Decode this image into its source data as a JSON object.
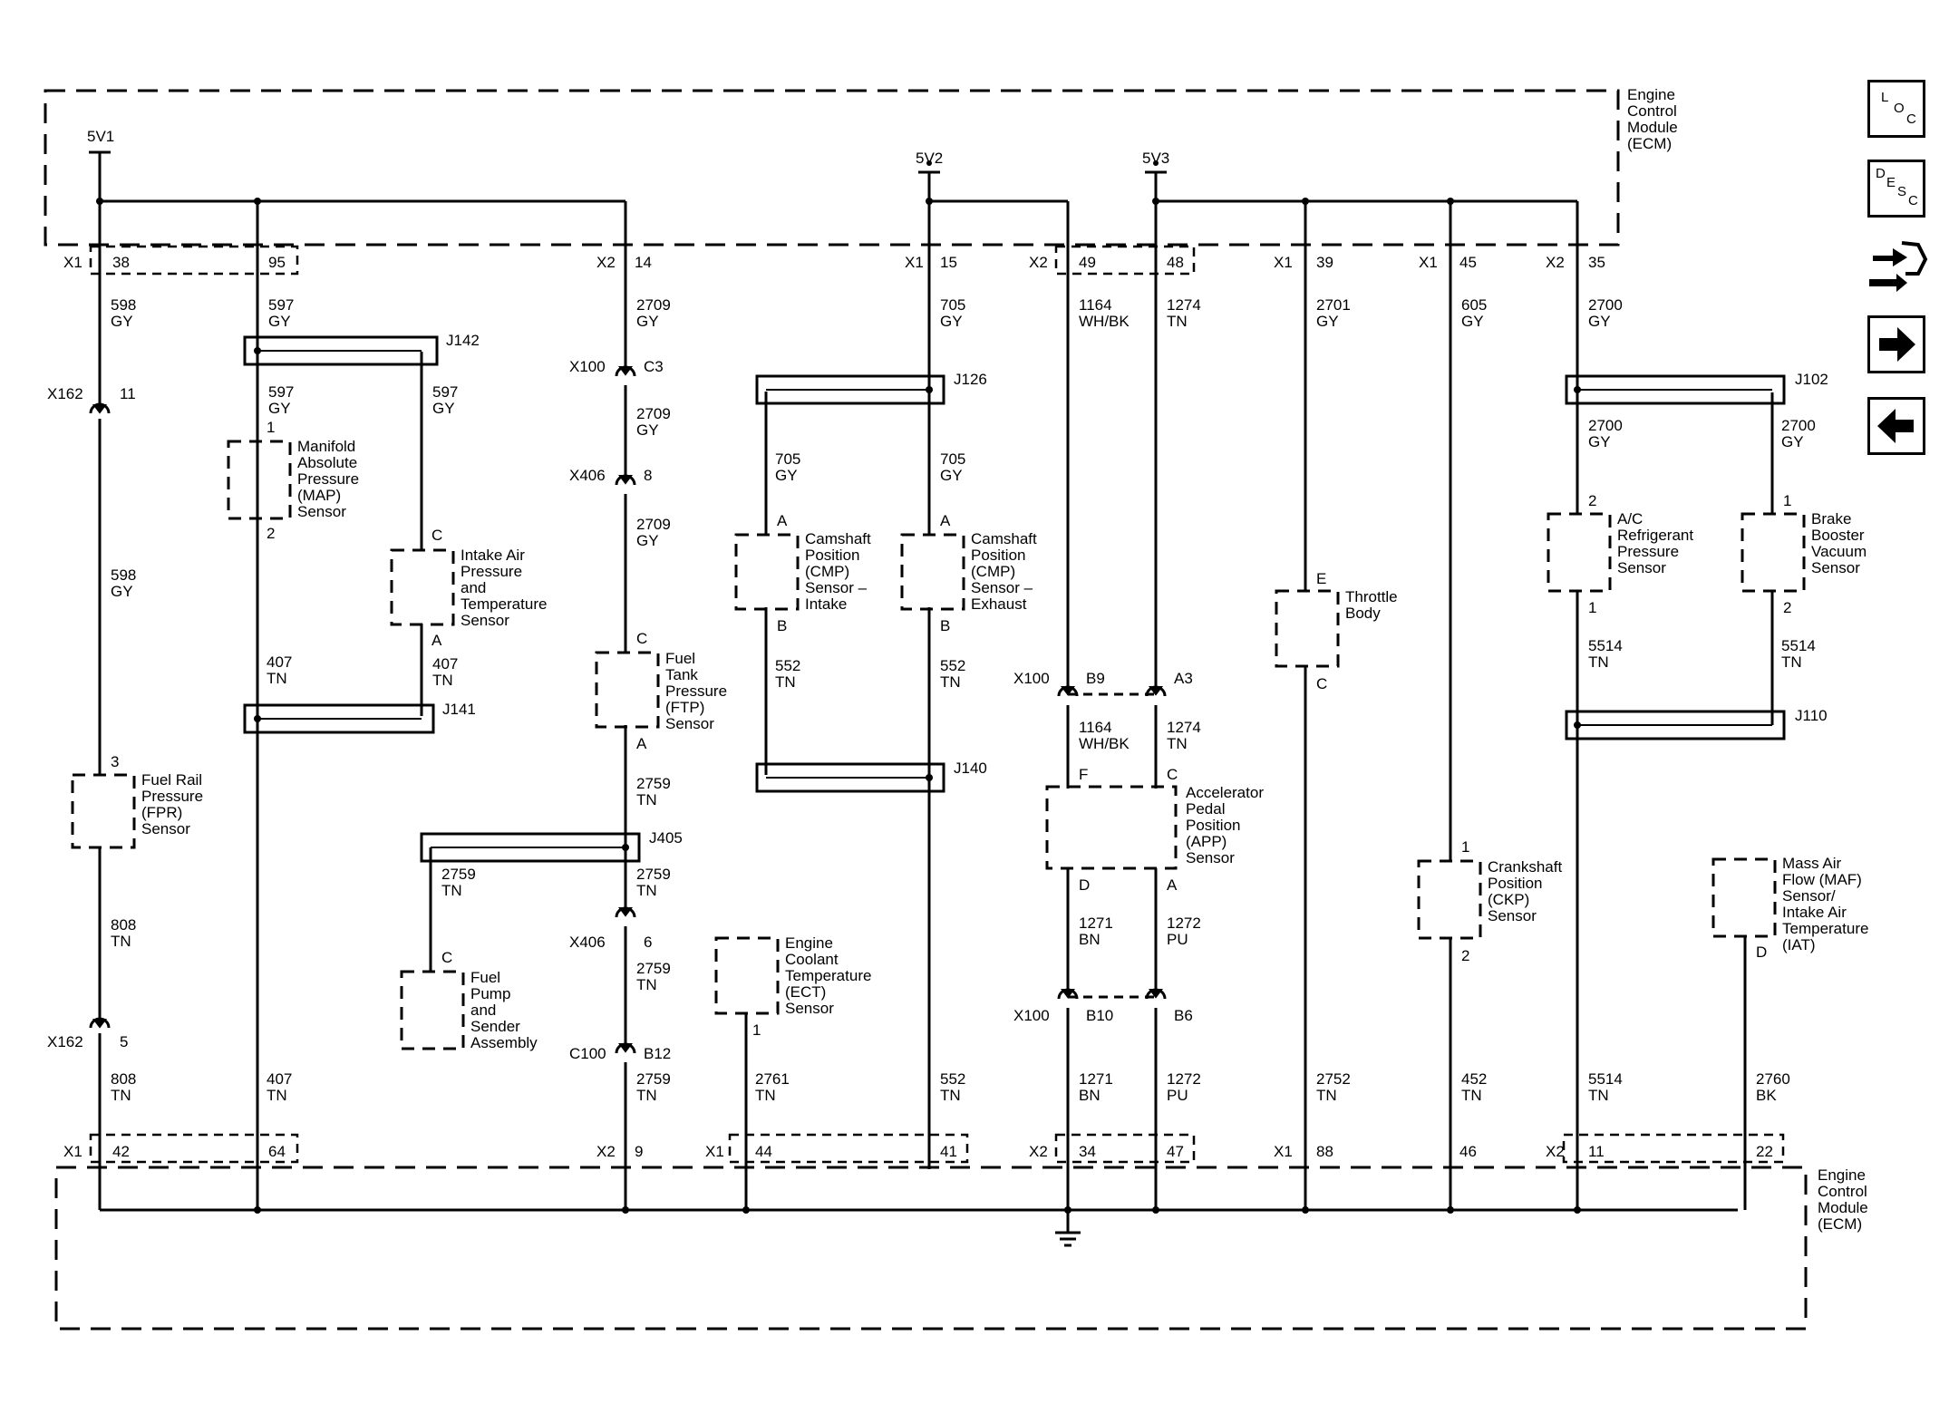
{
  "ecm_top": [
    "Engine",
    "Control",
    "Module",
    "(ECM)"
  ],
  "ecm_bottom": [
    "Engine",
    "Control",
    "Module",
    "(ECM)"
  ],
  "supplies": [
    "5V1",
    "5V2",
    "5V3"
  ],
  "pins_top": [
    {
      "conn": "X1",
      "pins": [
        "38",
        "95"
      ]
    },
    {
      "conn": "X2",
      "pins": [
        "14"
      ]
    },
    {
      "conn": "X1",
      "pins": [
        "15"
      ]
    },
    {
      "conn": "X2",
      "pins": [
        "49",
        "48"
      ]
    },
    {
      "conn": "X1",
      "pins": [
        "39"
      ]
    },
    {
      "conn": "X1",
      "pins": [
        "45"
      ]
    },
    {
      "conn": "X2",
      "pins": [
        "35"
      ]
    }
  ],
  "pins_bottom": [
    {
      "conn": "X1",
      "pins": [
        "42",
        "64"
      ]
    },
    {
      "conn": "X2",
      "pins": [
        "9"
      ]
    },
    {
      "conn": "X1",
      "pins": [
        "44",
        "41"
      ]
    },
    {
      "conn": "X2",
      "pins": [
        "34",
        "47"
      ]
    },
    {
      "conn": "X1",
      "pins": [
        "88"
      ]
    },
    {
      "conn": "",
      "pins": [
        "46"
      ]
    },
    {
      "conn": "X2",
      "pins": [
        "11",
        "22"
      ]
    }
  ],
  "wires": [
    [
      "598",
      "GY"
    ],
    [
      "597",
      "GY"
    ],
    [
      "597",
      "GY"
    ],
    [
      "597",
      "GY"
    ],
    [
      "2709",
      "GY"
    ],
    [
      "2709",
      "GY"
    ],
    [
      "2709",
      "GY"
    ],
    [
      "705",
      "GY"
    ],
    [
      "705",
      "GY"
    ],
    [
      "705",
      "GY"
    ],
    [
      "1164",
      "WH/BK"
    ],
    [
      "1274",
      "TN"
    ],
    [
      "2701",
      "GY"
    ],
    [
      "605",
      "GY"
    ],
    [
      "2700",
      "GY"
    ],
    [
      "2700",
      "GY"
    ],
    [
      "2700",
      "GY"
    ],
    [
      "598",
      "GY"
    ],
    [
      "407",
      "TN"
    ],
    [
      "407",
      "TN"
    ],
    [
      "552",
      "TN"
    ],
    [
      "552",
      "TN"
    ],
    [
      "2759",
      "TN"
    ],
    [
      "2759",
      "TN"
    ],
    [
      "2759",
      "TN"
    ],
    [
      "2759",
      "TN"
    ],
    [
      "2759",
      "TN"
    ],
    [
      "1164",
      "WH/BK"
    ],
    [
      "1274",
      "TN"
    ],
    [
      "1271",
      "BN"
    ],
    [
      "1272",
      "PU"
    ],
    [
      "5514",
      "TN"
    ],
    [
      "5514",
      "TN"
    ],
    [
      "808",
      "TN"
    ],
    [
      "808",
      "TN"
    ],
    [
      "407",
      "TN"
    ],
    [
      "2761",
      "TN"
    ],
    [
      "552",
      "TN"
    ],
    [
      "1271",
      "BN"
    ],
    [
      "1272",
      "PU"
    ],
    [
      "2752",
      "TN"
    ],
    [
      "452",
      "TN"
    ],
    [
      "5514",
      "TN"
    ],
    [
      "2760",
      "BK"
    ]
  ],
  "splices": [
    "J142",
    "J141",
    "J126",
    "J140",
    "J405",
    "J102",
    "J110"
  ],
  "inline_connectors": [
    {
      "conn": "X162",
      "pin": "11"
    },
    {
      "conn": "X100",
      "pin": "C3"
    },
    {
      "conn": "X406",
      "pin": "8"
    },
    {
      "conn": "X100",
      "pin": "B9"
    },
    {
      "conn": "",
      "pin": "A3"
    },
    {
      "conn": "X406",
      "pin": "6"
    },
    {
      "conn": "C100",
      "pin": "B12"
    },
    {
      "conn": "X100",
      "pin": "B10"
    },
    {
      "conn": "",
      "pin": "B6"
    },
    {
      "conn": "X162",
      "pin": "5"
    }
  ],
  "components": [
    {
      "label": [
        "Manifold",
        "Absolute",
        "Pressure",
        "(MAP)",
        "Sensor"
      ],
      "pins": [
        "1",
        "2"
      ]
    },
    {
      "label": [
        "Intake Air",
        "Pressure",
        "and",
        "Temperature",
        "Sensor"
      ],
      "pins": [
        "C",
        "A"
      ]
    },
    {
      "label": [
        "Fuel Rail",
        "Pressure",
        "(FPR)",
        "Sensor"
      ],
      "pins": [
        "3"
      ]
    },
    {
      "label": [
        "Fuel",
        "Tank",
        "Pressure",
        "(FTP)",
        "Sensor"
      ],
      "pins": [
        "C",
        "A"
      ]
    },
    {
      "label": [
        "Fuel",
        "Pump",
        "and",
        "Sender",
        "Assembly"
      ],
      "pins": [
        "C"
      ]
    },
    {
      "label": [
        "Camshaft",
        "Position",
        "(CMP)",
        "Sensor –",
        "Intake"
      ],
      "pins": [
        "A",
        "B"
      ]
    },
    {
      "label": [
        "Camshaft",
        "Position",
        "(CMP)",
        "Sensor –",
        "Exhaust"
      ],
      "pins": [
        "A",
        "B"
      ]
    },
    {
      "label": [
        "Engine",
        "Coolant",
        "Temperature",
        "(ECT)",
        "Sensor"
      ],
      "pins": [
        "1"
      ]
    },
    {
      "label": [
        "Accelerator",
        "Pedal",
        "Position",
        "(APP)",
        "Sensor"
      ],
      "pins": [
        "F",
        "C",
        "D",
        "A"
      ]
    },
    {
      "label": [
        "Throttle",
        "Body"
      ],
      "pins": [
        "E",
        "C"
      ]
    },
    {
      "label": [
        "Crankshaft",
        "Position",
        "(CKP)",
        "Sensor"
      ],
      "pins": [
        "1",
        "2"
      ]
    },
    {
      "label": [
        "A/C",
        "Refrigerant",
        "Pressure",
        "Sensor"
      ],
      "pins": [
        "2",
        "1"
      ]
    },
    {
      "label": [
        "Brake",
        "Booster",
        "Vacuum",
        "Sensor"
      ],
      "pins": [
        "1",
        "2"
      ]
    },
    {
      "label": [
        "Mass Air",
        "Flow (MAF)",
        "Sensor/",
        "Intake Air",
        "Temperature",
        "(IAT)"
      ],
      "pins": [
        "D"
      ]
    }
  ],
  "nav": {
    "loc": [
      "L",
      "O",
      "C"
    ],
    "desc": [
      "D",
      "E",
      "S",
      "C"
    ],
    "icons": [
      "connector-end-view-icon",
      "arrow-right-icon",
      "arrow-left-icon"
    ]
  }
}
